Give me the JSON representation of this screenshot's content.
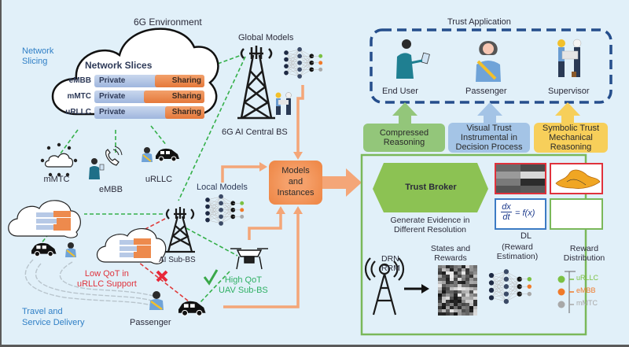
{
  "environment": {
    "title": "6G Environment",
    "network_slicing_label": [
      "Network",
      "Slicing"
    ],
    "network_slices": {
      "title": "Network Slices",
      "rows": [
        {
          "name": "eMBB",
          "private": "Private",
          "sharing": "Sharing",
          "sharing_fraction": 0.45
        },
        {
          "name": "mMTC",
          "private": "Private",
          "sharing": "Sharing",
          "sharing_fraction": 0.55
        },
        {
          "name": "uRLLC",
          "private": "Private",
          "sharing": "Sharing",
          "sharing_fraction": 0.36
        }
      ]
    },
    "services": [
      {
        "label": "mMTC",
        "icon": "iot-cloud-icon"
      },
      {
        "label": "eMBB",
        "icon": "person-phone-icon"
      },
      {
        "label": "uRLLC",
        "icon": "passenger-car-icon"
      }
    ],
    "global_models_label": "Global Models",
    "central_bs_label": "6G AI Central BS",
    "local_models_label": "Local Models",
    "sub_bs_label": "AI Sub-BS",
    "low_qot_label": [
      "Low QoT in",
      "uRLLC Support"
    ],
    "high_qot_label": [
      "High QoT",
      "UAV Sub-BS"
    ],
    "travel_label": [
      "Travel and",
      "Service Delivery"
    ],
    "passenger_label": "Passenger",
    "models_box": [
      "Models",
      "and",
      "Instances"
    ]
  },
  "trust_application": {
    "title": "Trust Application",
    "roles": [
      {
        "label": "End User",
        "icon": "end-user-icon"
      },
      {
        "label": "Passenger",
        "icon": "passenger-icon"
      },
      {
        "label": "Supervisor",
        "icon": "supervisor-icon"
      }
    ]
  },
  "reasoning": [
    {
      "lines": [
        "Compressed",
        "Reasoning"
      ],
      "color": "#93c67a"
    },
    {
      "lines": [
        "Visual Trust",
        "Instrumental in",
        "Decision Process"
      ],
      "color": "#a4c4e6"
    },
    {
      "lines": [
        "Symbolic Trust",
        "Mechanical",
        "Reasoning"
      ],
      "color": "#f7cf5a"
    }
  ],
  "trust_broker": {
    "title": "Trust Broker",
    "evidence_label": [
      "Generate Evidence in",
      "Different Resolution"
    ],
    "formula": {
      "numerator": "dx",
      "denominator": "dt",
      "rhs": "= f(x)"
    },
    "drn_label": [
      "DRN",
      "RRM"
    ],
    "states_label": [
      "States and",
      "Rewards"
    ],
    "dl_top_label": "DL",
    "dl_label": [
      "(Reward",
      "Estimation)"
    ],
    "reward_label": [
      "Reward",
      "Distribution"
    ],
    "reward_items": [
      {
        "label": "uRLLC",
        "color": "#7bc143"
      },
      {
        "label": "eMBB",
        "color": "#f07a2a"
      },
      {
        "label": "mMTC",
        "color": "#a8a8a8"
      }
    ]
  },
  "colors": {
    "background": "#e1f0f9",
    "orange_arrow": "#f4a678",
    "green_border": "#7ab85a",
    "dashed_blue": "#254e8c",
    "green_dash": "#35b04a",
    "red_dash": "#e03a3a"
  }
}
